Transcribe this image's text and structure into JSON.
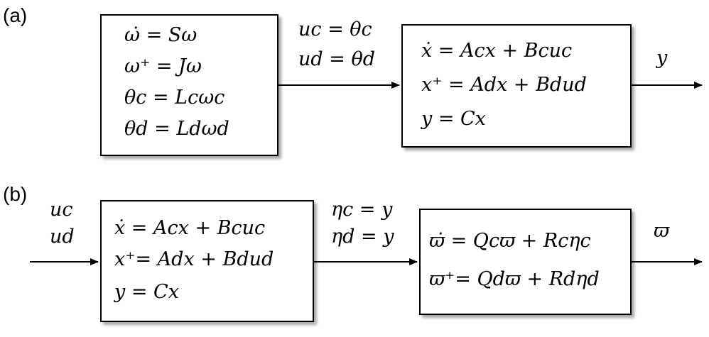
{
  "panel_a": {
    "label": "(a)",
    "exosystem": {
      "lines": [
        "ω̇ = Sω",
        "ω⁺ = Jω",
        "θc = Lcωc",
        "θd = Ldωd"
      ]
    },
    "signals_in": [
      "uc = θc",
      "ud = θd"
    ],
    "plant": {
      "lines": [
        "ẋ = Acx + Bcuc",
        "x⁺ = Adx + Bdud",
        "y = Cx"
      ]
    },
    "output": "y"
  },
  "panel_b": {
    "label": "(b)",
    "inputs": [
      "uc",
      "ud"
    ],
    "plant": {
      "lines": [
        "ẋ = Acx + Bcuc",
        "x⁺= Adx + Bdud",
        "y = Cx"
      ]
    },
    "signals_mid": [
      "ηc = y",
      "ηd = y"
    ],
    "filter": {
      "lines": [
        "ϖ̇ = Qcϖ + Rcηc",
        "ϖ⁺= Qdϖ + Rdηd"
      ]
    },
    "output": "ϖ"
  }
}
